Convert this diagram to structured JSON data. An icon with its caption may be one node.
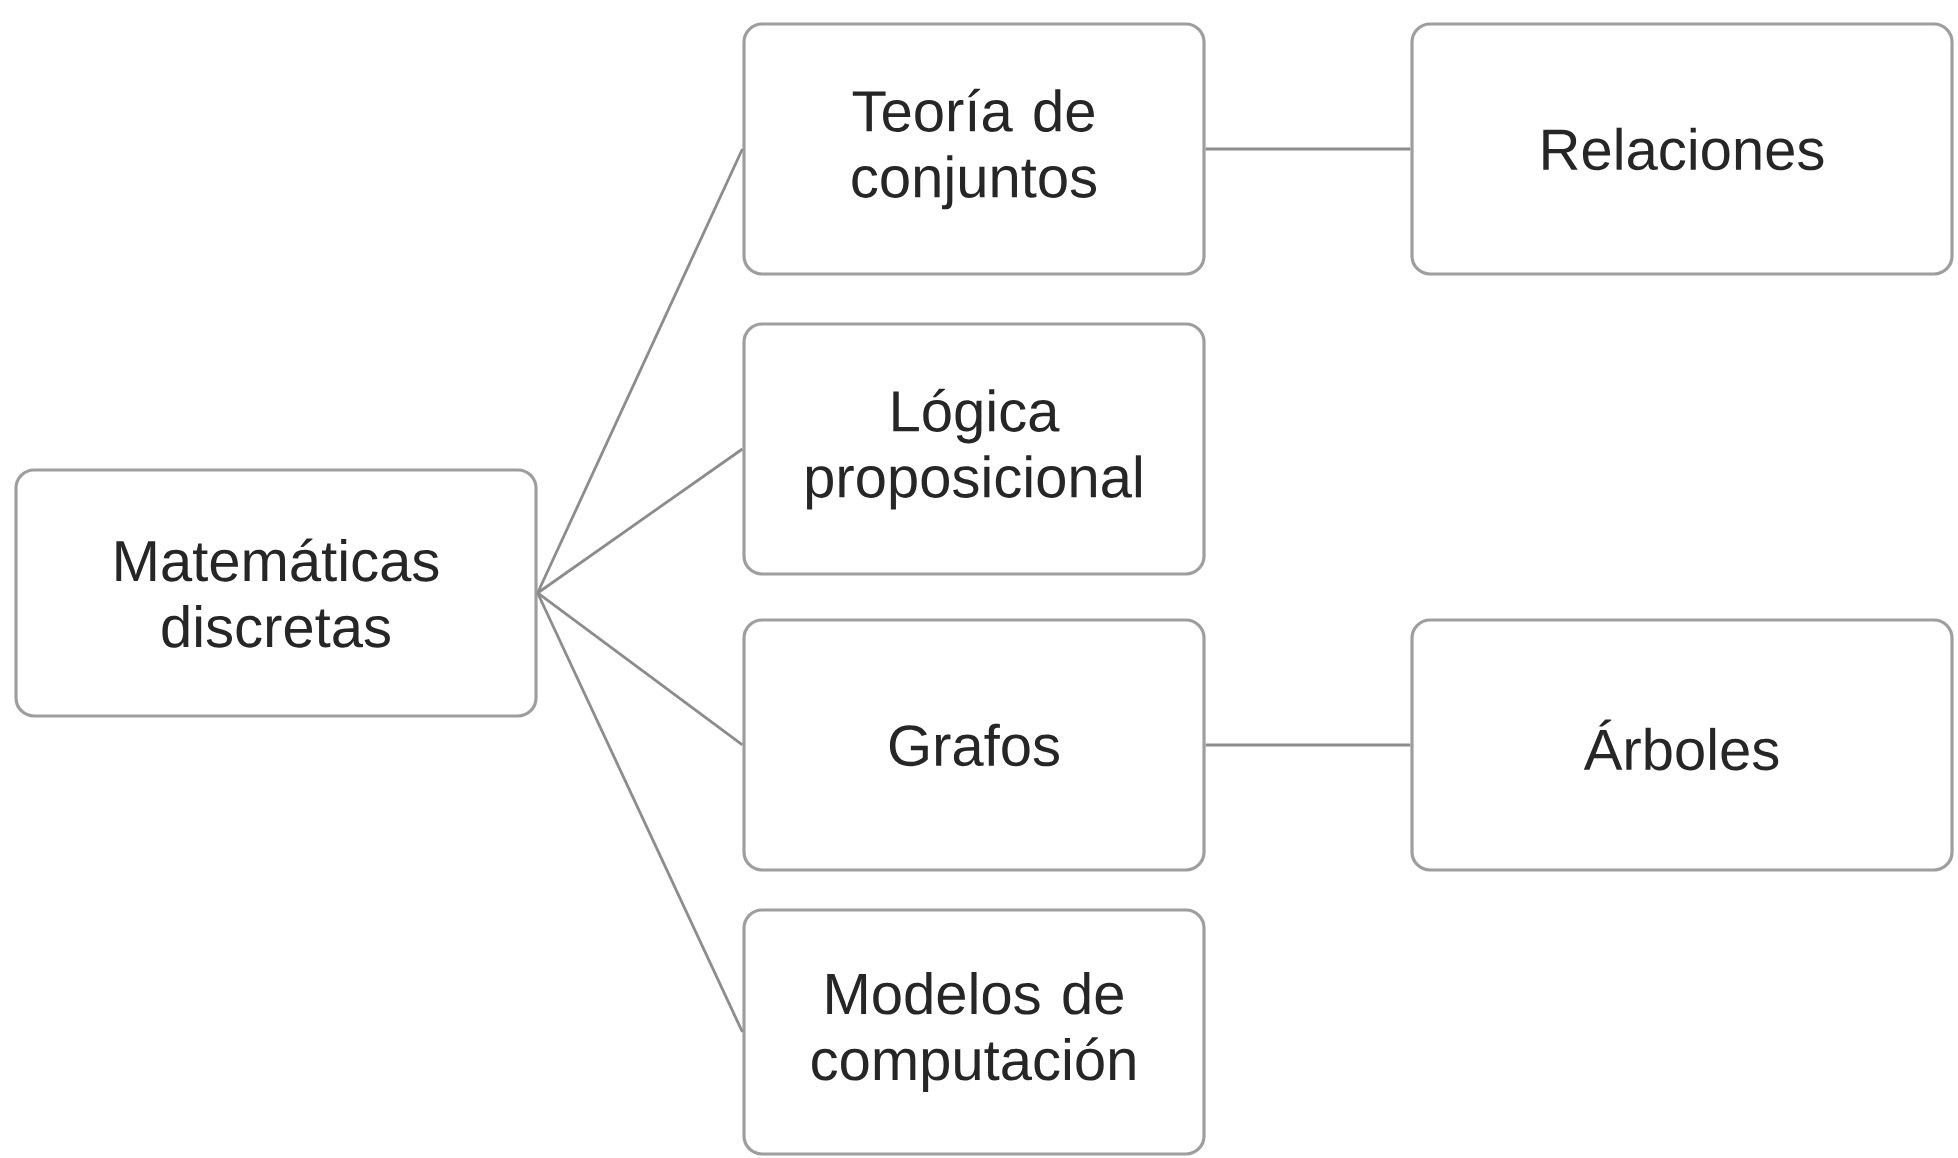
{
  "diagram": {
    "nodes": [
      {
        "text": [
          "Matemáticas discretas"
        ]
      },
      {
        "text": [
          "Teoría de conjuntos"
        ]
      },
      {
        "text": [
          "Relaciones"
        ]
      },
      {
        "text": [
          "Lógica proposicional"
        ]
      },
      {
        "text": [
          "Grafos"
        ]
      },
      {
        "text": [
          "Árboles"
        ]
      },
      {
        "text": [
          "Modelos de computación"
        ]
      }
    ],
    "edges": [
      {
        "from": 0,
        "to": 1,
        "arrow": "none"
      },
      {
        "from": 0,
        "to": 3,
        "arrow": "none"
      },
      {
        "from": 0,
        "to": 4,
        "arrow": "none"
      },
      {
        "from": 0,
        "to": 6,
        "arrow": "none"
      },
      {
        "from": 1,
        "to": 2,
        "arrow": "none"
      },
      {
        "from": 4,
        "to": 5,
        "arrow": "none"
      }
    ]
  }
}
